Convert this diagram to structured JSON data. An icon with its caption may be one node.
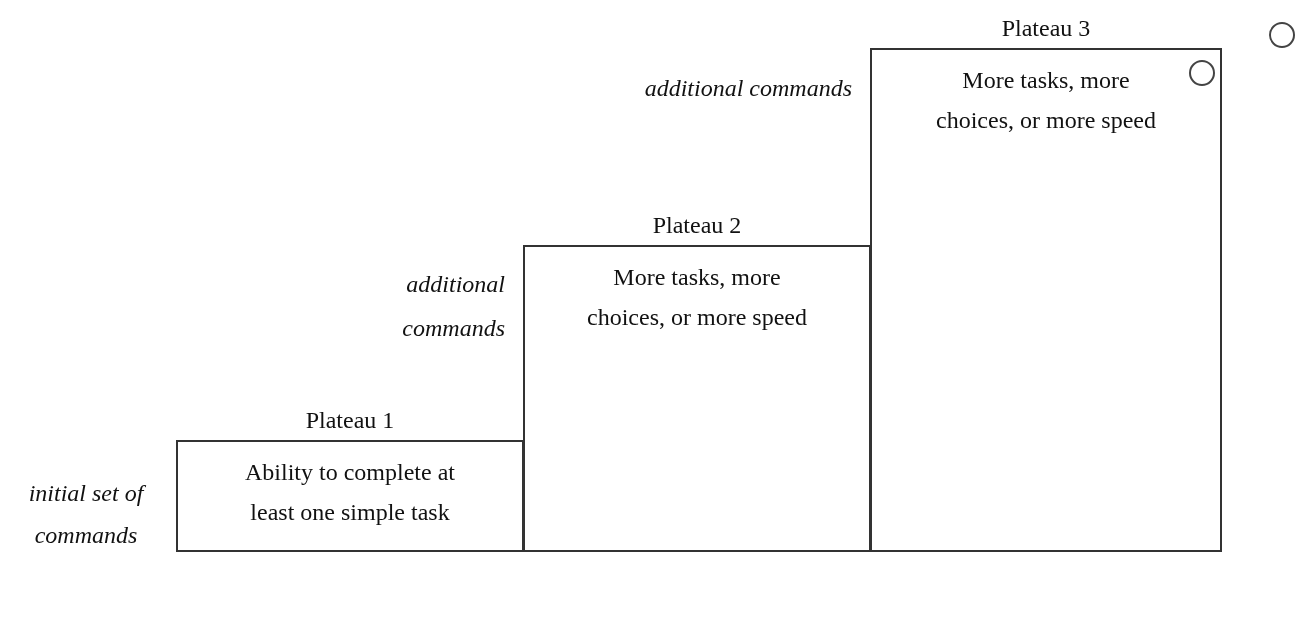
{
  "diagram": {
    "nodes": [
      {
        "text": [
          "Plateau 1",
          "Ability to complete at least one simple task"
        ],
        "beside": [
          "initial set of commands"
        ]
      },
      {
        "text": [
          "Plateau 2",
          "More tasks, more choices, or more speed"
        ],
        "beside": [
          "additional commands"
        ]
      },
      {
        "text": [
          "Plateau 3",
          "More tasks, more choices, or more speed"
        ],
        "beside": [
          "additional commands"
        ]
      }
    ]
  }
}
